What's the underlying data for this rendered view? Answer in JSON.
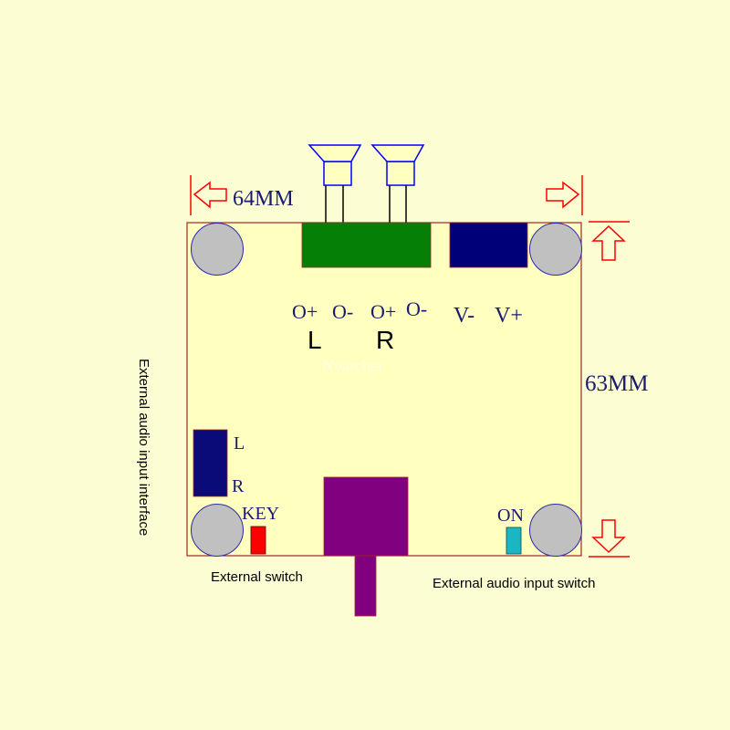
{
  "dimensions": {
    "width_label": "64MM",
    "height_label": "63MM"
  },
  "speaker_terminal": {
    "left": {
      "pos_label": "O+",
      "neg_label": "O-",
      "channel_label": "L"
    },
    "right": {
      "pos_label": "O+",
      "neg_label": "O-",
      "channel_label": "R"
    }
  },
  "power_terminal": {
    "neg_label": "V-",
    "pos_label": "V+"
  },
  "audio_input": {
    "l_label": "L",
    "r_label": "R",
    "side_caption": "External audio input interface"
  },
  "key_switch": {
    "label": "KEY",
    "caption": "External switch"
  },
  "on_switch": {
    "label": "ON",
    "caption": "External audio input switch"
  },
  "watermark": "Nvarcher",
  "colors": {
    "background": "#fdfdd3",
    "board": "#ffffc0",
    "board_border": "#a0262a",
    "hole_fill": "#c0c0c0",
    "hole_stroke": "#2a2aa8",
    "speaker_terminal": "#067f06",
    "power_terminal": "#000078",
    "audio_input": "#0a0a78",
    "potentiometer": "#800080",
    "key_switch": "#ff0000",
    "on_switch": "#1bb6c4",
    "dimension_arrow": "#ff0000",
    "label_text": "#1a1a6e",
    "speaker_outline": "#0000ff"
  }
}
